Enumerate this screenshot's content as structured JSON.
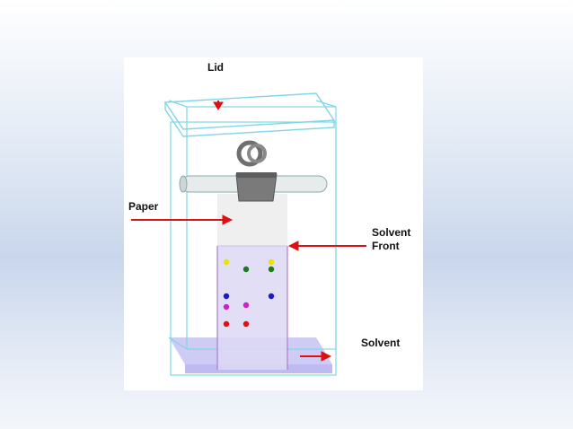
{
  "diagram": {
    "labels": {
      "lid": "Lid",
      "paper": "Paper",
      "solvent_front_line1": "Solvent",
      "solvent_front_line2": "Front",
      "solvent": "Solvent"
    },
    "colors": {
      "panel_bg": "#ffffff",
      "tank_outline": "#7fd6e6",
      "arrow": "#dd1111",
      "solvent_fill": "#c9c6f3",
      "paper": "#f0f0f0",
      "wet_paper": "#ddd8f5",
      "paper_edge": "#b07cc8",
      "rod": "#dfe6e6",
      "clip": "#7a7a7a"
    },
    "spots": [
      {
        "color": "#e6e600"
      },
      {
        "color": "#1a7a1a"
      },
      {
        "color": "#e6e600"
      },
      {
        "color": "#1a7a1a"
      },
      {
        "color": "#1a1acc"
      },
      {
        "color": "#1a1acc"
      },
      {
        "color": "#cc22cc"
      },
      {
        "color": "#cc22cc"
      },
      {
        "color": "#dd1111"
      },
      {
        "color": "#dd1111"
      }
    ]
  }
}
